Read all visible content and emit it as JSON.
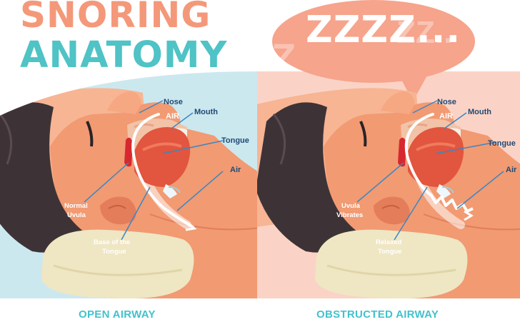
{
  "title": {
    "line1": "SNORING",
    "line2": "ANATOMY"
  },
  "speech_bubble": {
    "text": "ZZZZ..."
  },
  "colors": {
    "title_top": "#f4987a",
    "title_bottom": "#4fc3c5",
    "left_background": "#cce8ef",
    "right_background": "#fbd3c6",
    "skin": "#f29a72",
    "hair": "#3d3337",
    "pillow": "#efe6c3",
    "tongue": "#e2553e",
    "label_blue": "#3a87c2",
    "bottom_label": "#42c2cc"
  },
  "panels": [
    {
      "footer": "OPEN AIRWAY",
      "labels": {
        "nose": "Nose",
        "air_upper": "AIR",
        "mouth": "Mouth",
        "tongue": "Tongue",
        "air_lower": "Air",
        "uvula_1": "Normal",
        "uvula_2": "Uvula",
        "base_1": "Base of the",
        "base_2": "Tongue"
      }
    },
    {
      "footer": "OBSTRUCTED AIRWAY",
      "labels": {
        "nose": "Nose",
        "air_upper": "AIR",
        "mouth": "Mouth",
        "tongue": "Tongue",
        "air_lower": "Air",
        "uvula_1": "Uvula",
        "uvula_2": "Vibrates",
        "base_1": "Relaxed",
        "base_2": "Tongue"
      }
    }
  ]
}
